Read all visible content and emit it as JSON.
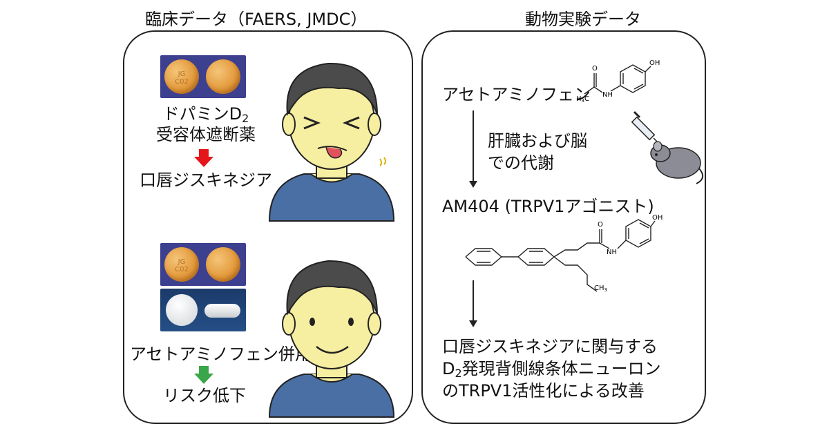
{
  "left_panel": {
    "heading": "臨床データ（FAERS, JMDC）",
    "pill_imprint_line1": "JG",
    "pill_imprint_line2": "C02",
    "drug_line1": "ドパミンD",
    "drug_sub": "2",
    "drug_line2": "受容体遮断薬",
    "outcome_bad": "口唇ジスキネジア",
    "combo_label": "アセトアミノフェン併用",
    "outcome_good": "リスク低下",
    "colors": {
      "red_arrow": "#e4161b",
      "green_arrow": "#3aa64a",
      "pill_bg": "#3d3f8f",
      "shirt": "#4a6fa5",
      "skin": "#f6eea0"
    }
  },
  "right_panel": {
    "heading": "動物実験データ",
    "compound1": "アセトアミノフェン",
    "metabolism_line1": "肝臓および脳",
    "metabolism_line2": "での代謝",
    "compound2": "AM404 (TRPV1アゴニスト)",
    "conclusion_line1": "口唇ジスキネジアに関与する",
    "conclusion_line2_sub": "2",
    "conclusion_line2_d": "D",
    "conclusion_line2": "発現背側線条体ニューロン",
    "conclusion_line3": "のTRPV1活性化による改善",
    "chem": {
      "oh": "OH",
      "nh": "NH",
      "o": "O",
      "h3c": "H",
      "h3c_sub": "3",
      "h3c_c": "C",
      "ch3": "CH",
      "ch3_sub": "3"
    }
  }
}
